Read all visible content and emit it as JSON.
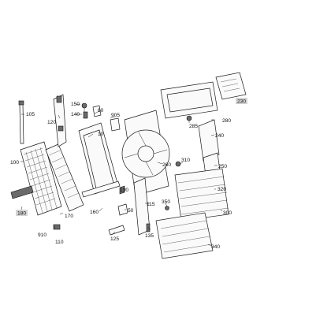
{
  "labels": [
    {
      "id": "l105",
      "text": "105"
    },
    {
      "id": "l120",
      "text": "120"
    },
    {
      "id": "l150",
      "text": "150"
    },
    {
      "id": "l140",
      "text": "140"
    },
    {
      "id": "l60",
      "text": "60"
    },
    {
      "id": "l905",
      "text": "905"
    },
    {
      "id": "l10",
      "text": "10"
    },
    {
      "id": "l100",
      "text": "100"
    },
    {
      "id": "l180",
      "text": "180"
    },
    {
      "id": "l170",
      "text": "170"
    },
    {
      "id": "l910",
      "text": "910"
    },
    {
      "id": "l110",
      "text": "110"
    },
    {
      "id": "l160",
      "text": "160"
    },
    {
      "id": "l125",
      "text": "125"
    },
    {
      "id": "l130",
      "text": "130"
    },
    {
      "id": "l50",
      "text": "50"
    },
    {
      "id": "l115",
      "text": "115"
    },
    {
      "id": "l135",
      "text": "135"
    },
    {
      "id": "l260",
      "text": "260"
    },
    {
      "id": "l230",
      "text": "230"
    },
    {
      "id": "l285",
      "text": "285"
    },
    {
      "id": "l280",
      "text": "280"
    },
    {
      "id": "l240",
      "text": "240"
    },
    {
      "id": "l310",
      "text": "310"
    },
    {
      "id": "l250",
      "text": "250"
    },
    {
      "id": "l320",
      "text": "320"
    },
    {
      "id": "l350",
      "text": "350"
    },
    {
      "id": "l300",
      "text": "300"
    },
    {
      "id": "l340",
      "text": "340"
    }
  ]
}
